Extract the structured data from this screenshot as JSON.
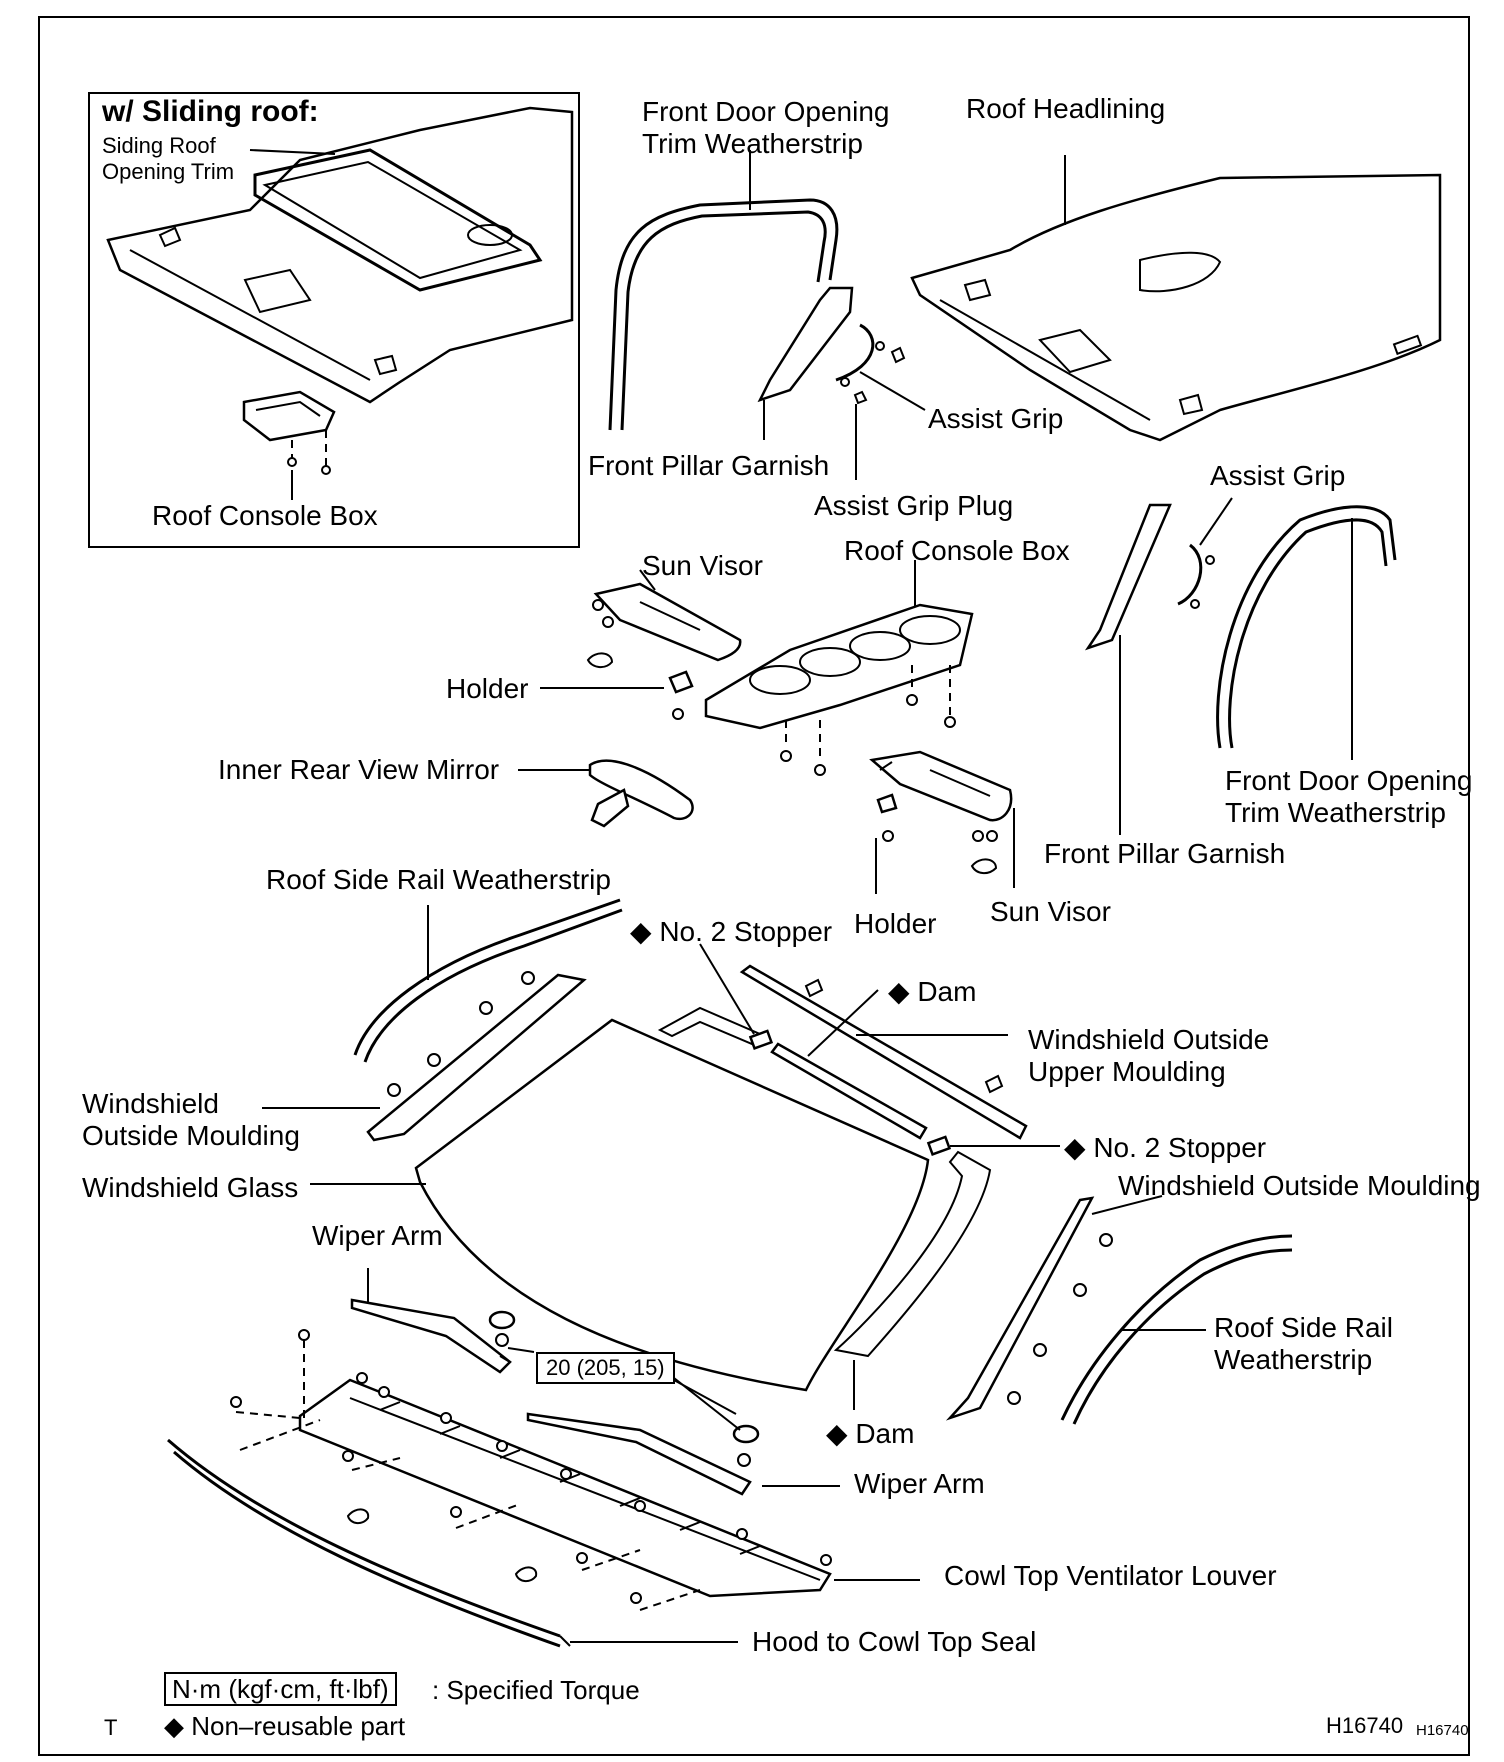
{
  "labels": {
    "inset_title": "w/ Sliding roof:",
    "siding_roof_1": "Siding Roof",
    "siding_roof_2": "Opening Trim",
    "roof_console_box_inset": "Roof Console Box",
    "front_door_trim_1_a": "Front Door Opening",
    "front_door_trim_1_b": "Trim Weatherstrip",
    "roof_headlining": "Roof Headlining",
    "assist_grip_1": "Assist Grip",
    "front_pillar_garnish_1": "Front Pillar Garnish",
    "assist_grip_plug": "Assist Grip Plug",
    "assist_grip_2": "Assist Grip",
    "sun_visor_1": "Sun Visor",
    "roof_console_box": "Roof Console Box",
    "holder_1": "Holder",
    "inner_mirror": "Inner Rear View Mirror",
    "front_door_trim_2_a": "Front Door Opening",
    "front_door_trim_2_b": "Trim Weatherstrip",
    "front_pillar_garnish_2": "Front Pillar Garnish",
    "holder_2": "Holder",
    "sun_visor_2": "Sun Visor",
    "roof_side_rail_1": "Roof Side Rail Weatherstrip",
    "no2_stopper_1": "◆ No. 2 Stopper",
    "dam_1": "◆ Dam",
    "ws_upper_moulding_a": "Windshield Outside",
    "ws_upper_moulding_b": "Upper Moulding",
    "ws_outside_moulding_1_a": "Windshield",
    "ws_outside_moulding_1_b": "Outside Moulding",
    "no2_stopper_2": "◆ No. 2 Stopper",
    "ws_outside_moulding_2": "Windshield Outside Moulding",
    "ws_glass": "Windshield Glass",
    "wiper_arm_1": "Wiper Arm",
    "roof_side_rail_2_a": "Roof Side Rail",
    "roof_side_rail_2_b": "Weatherstrip",
    "torque_value": "20 (205, 15)",
    "dam_2": "◆ Dam",
    "wiper_arm_2": "Wiper Arm",
    "cowl_louver": "Cowl Top Ventilator Louver",
    "hood_seal": "Hood to Cowl Top Seal"
  },
  "legend": {
    "torque_unit": "N·m (kgf·cm, ft·lbf)",
    "torque_desc": ": Specified Torque",
    "nonreusable": "◆ Non–reusable part",
    "side_mark": "T"
  },
  "figure_ids": {
    "main": "H16740",
    "small": "H16740"
  }
}
